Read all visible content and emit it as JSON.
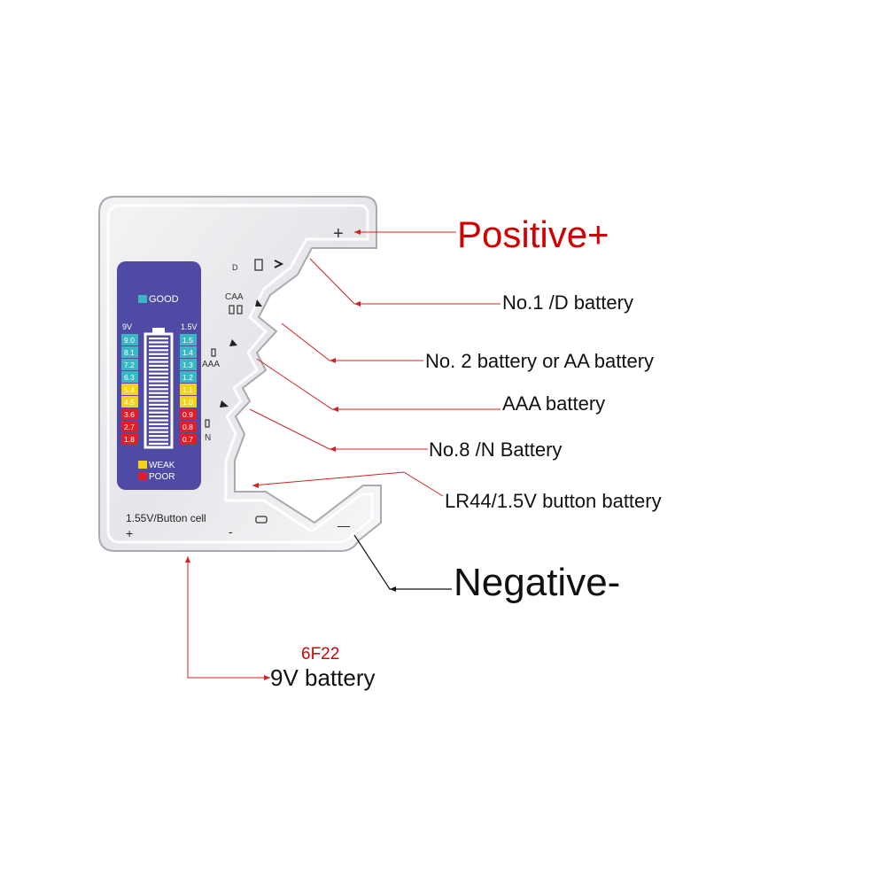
{
  "device": {
    "display": {
      "good_label": "GOOD",
      "weak_label": "WEAK",
      "poor_label": "POOR",
      "left_scale_header": "9V",
      "right_scale_header": "1.5V",
      "left_scale": [
        "9.0",
        "8.1",
        "7.2",
        "6.3",
        "5.4",
        "4.5",
        "3.6",
        "2.7",
        "1.8"
      ],
      "right_scale": [
        "1.5",
        "1.4",
        "1.3",
        "1.2",
        "1.1",
        "1.0",
        "0.9",
        "0.8",
        "0.7"
      ],
      "colors": {
        "panel": "#4f4aa3",
        "good": "#39b8c4",
        "weak": "#f3d21a",
        "poor": "#e11d2a"
      }
    },
    "slot_labels": {
      "d": "D",
      "caa": "CAA",
      "aaa": "AAA",
      "n": "N"
    },
    "bottom_label": "1.55V/Button cell",
    "bottom_plus": "+",
    "bottom_minus": "-",
    "top_plus": "+",
    "right_minus": "—"
  },
  "callouts": {
    "positive": "Positive+",
    "no1_d": "No.1 /D battery",
    "no2_aa": "No. 2 battery or AA battery",
    "aaa": "AAA battery",
    "no8_n": "No.8 /N Battery",
    "lr44": "LR44/1.5V button battery",
    "negative": "Negative-",
    "code_6f22": "6F22",
    "nine_v": "9V battery"
  },
  "colors": {
    "callout_line": "#d42020",
    "negative_line": "#111111",
    "label_red": "#d00000"
  }
}
